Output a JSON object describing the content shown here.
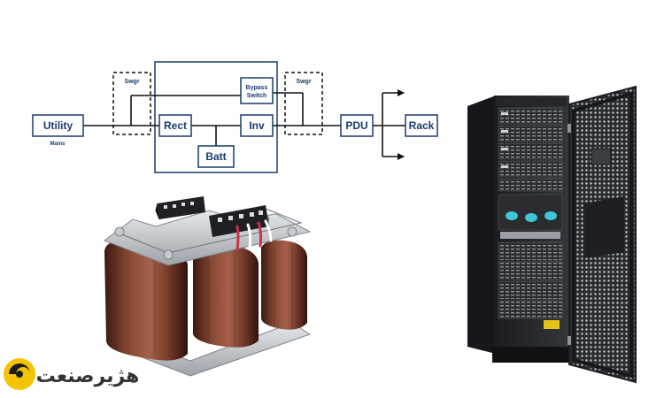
{
  "diagram": {
    "utility": "Utility",
    "mains": "Mains",
    "swgr_left": "Swgr",
    "swgr_right": "Swgr",
    "rect": "Rect",
    "inv": "Inv",
    "batt": "Batt",
    "bypass_line1": "Bypass",
    "bypass_line2": "Switch",
    "pdu": "PDU",
    "rack": "Rack"
  },
  "logo": {
    "text": "هژیرصنعت"
  },
  "colors": {
    "diagram_blue": "#1a3b6e",
    "logo_yellow": "#f5c400",
    "logo_dark": "#1c1c1c"
  }
}
